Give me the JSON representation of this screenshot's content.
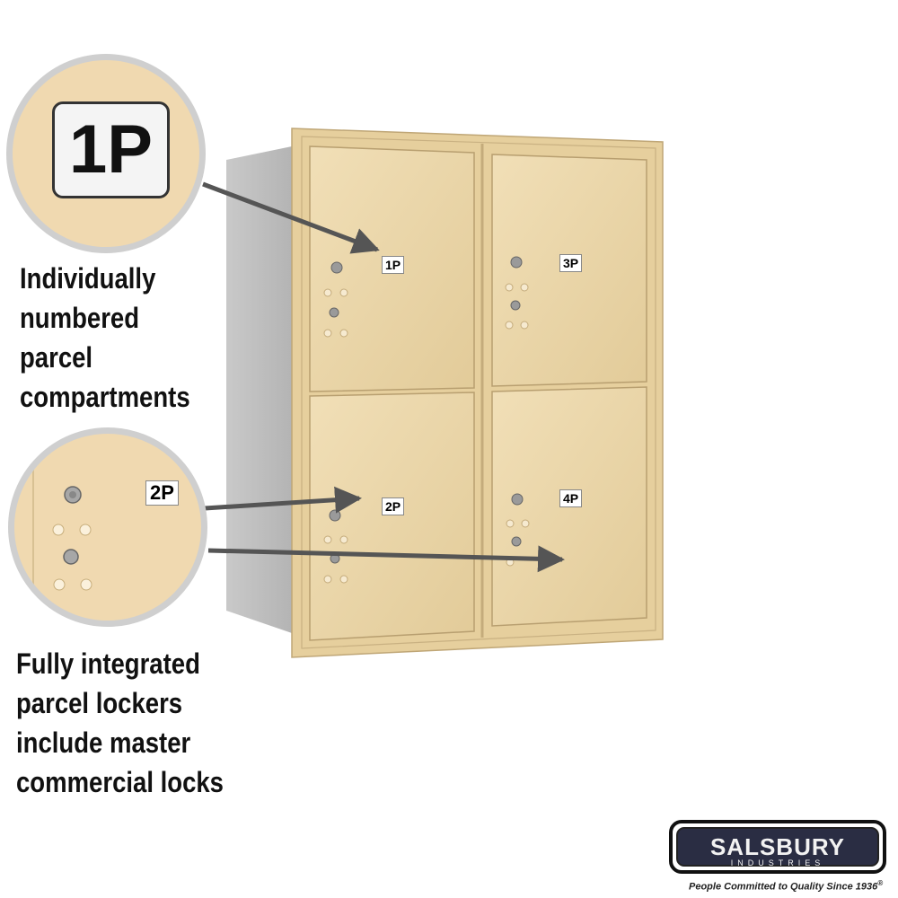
{
  "callout_top": {
    "badge_label": "1P",
    "caption_lines": [
      "Individually",
      "numbered",
      "parcel",
      "compartments"
    ]
  },
  "callout_bottom": {
    "badge_label": "2P",
    "caption_lines": [
      "Fully integrated",
      "parcel lockers",
      "include master",
      "commercial locks"
    ]
  },
  "locker": {
    "compartments": [
      {
        "label": "1P"
      },
      {
        "label": "2P"
      },
      {
        "label": "3P"
      },
      {
        "label": "4P"
      }
    ],
    "color": "#ead6a8"
  },
  "brand": {
    "name": "SALSBURY",
    "sub": "INDUSTRIES",
    "tagline": "People Committed to Quality Since 1936",
    "registered": "®"
  }
}
